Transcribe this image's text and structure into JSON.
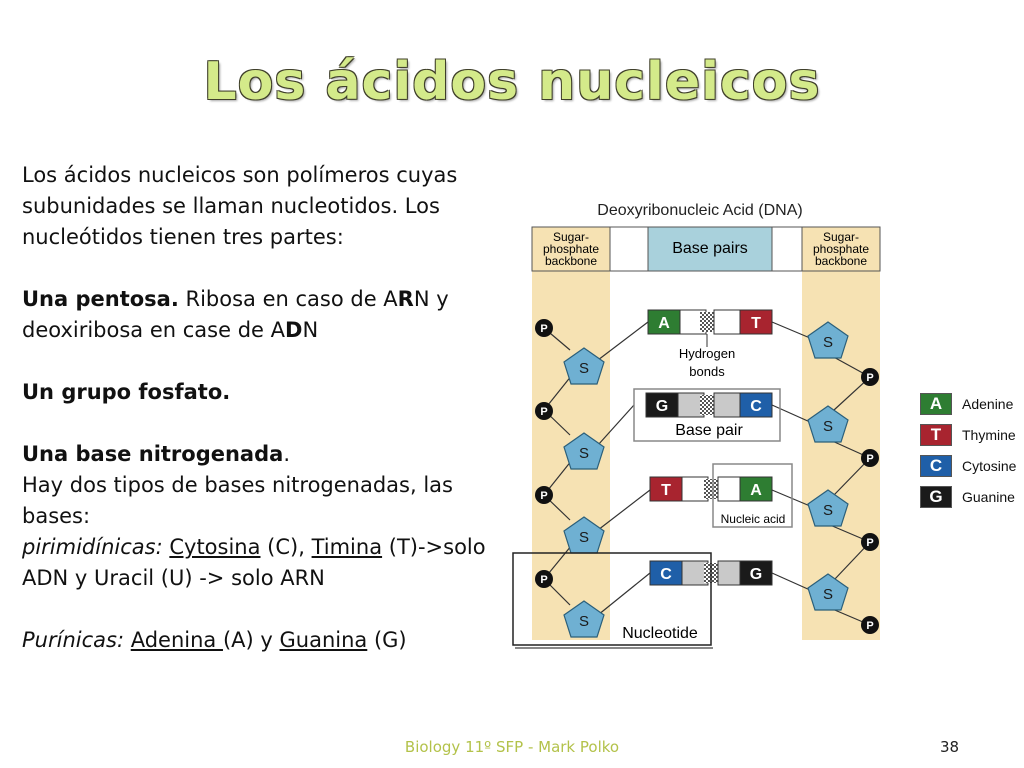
{
  "slide": {
    "title": "Los ácidos nucleicos",
    "footer": "Biology 11º SFP - Mark Polko",
    "page_number": "38"
  },
  "text": {
    "intro": "Los ácidos nucleicos son polímeros cuyas subunidades se llaman nucleotidos. Los nucleótidos tienen tres partes:",
    "pentosa_bold": "Una pentosa.",
    "pentosa_rest_1": " Ribosa en caso de A",
    "pentosa_R": "R",
    "pentosa_rest_2": "N y deoxiribosa en case de A",
    "pentosa_D": "D",
    "pentosa_rest_3": "N",
    "fosfato": "Un grupo fosfato.",
    "base_bold": "Una base nitrogenada",
    "base_dot": ".",
    "tipos": "Hay dos tipos de bases nitrogenadas, las bases:",
    "pirimidinicas_label": "pirimidínicas:",
    "cytosina": "Cytosina",
    "cytosina_abbr": " (C),  ",
    "timina": "Timina",
    "timina_rest": " (T)->solo ADN y Uracil (U) -> solo ARN",
    "purinicas_label": "Purínicas:",
    "adenina": "Adenina ",
    "adenina_rest": "(A) y ",
    "guanina": "Guanina",
    "guanina_rest": " (G)"
  },
  "diagram": {
    "title": "Deoxyribonucleic Acid (DNA)",
    "backbone_left_1": "Sugar-",
    "backbone_left_2": "phosphate",
    "backbone_left_3": "backbone",
    "backbone_right_1": "Sugar-",
    "backbone_right_2": "phosphate",
    "backbone_right_3": "backbone",
    "base_pairs_header": "Base pairs",
    "hydrogen_bonds_1": "Hydrogen",
    "hydrogen_bonds_2": "bonds",
    "base_pair_label": "Base pair",
    "nucleic_acid_label": "Nucleic acid",
    "nucleotide_label": "Nucleotide",
    "phosphate": "P",
    "sugar": "S",
    "pairs": [
      {
        "left": "A",
        "right": "T"
      },
      {
        "left": "G",
        "right": "C"
      },
      {
        "left": "T",
        "right": "A"
      },
      {
        "left": "C",
        "right": "G"
      }
    ]
  },
  "legend": [
    {
      "letter": "A",
      "name": "Adenine",
      "color": "#2e7d32"
    },
    {
      "letter": "T",
      "name": "Thymine",
      "color": "#a8242f"
    },
    {
      "letter": "C",
      "name": "Cytosine",
      "color": "#1f5fa8"
    },
    {
      "letter": "G",
      "name": "Guanine",
      "color": "#1a1a1a"
    }
  ]
}
